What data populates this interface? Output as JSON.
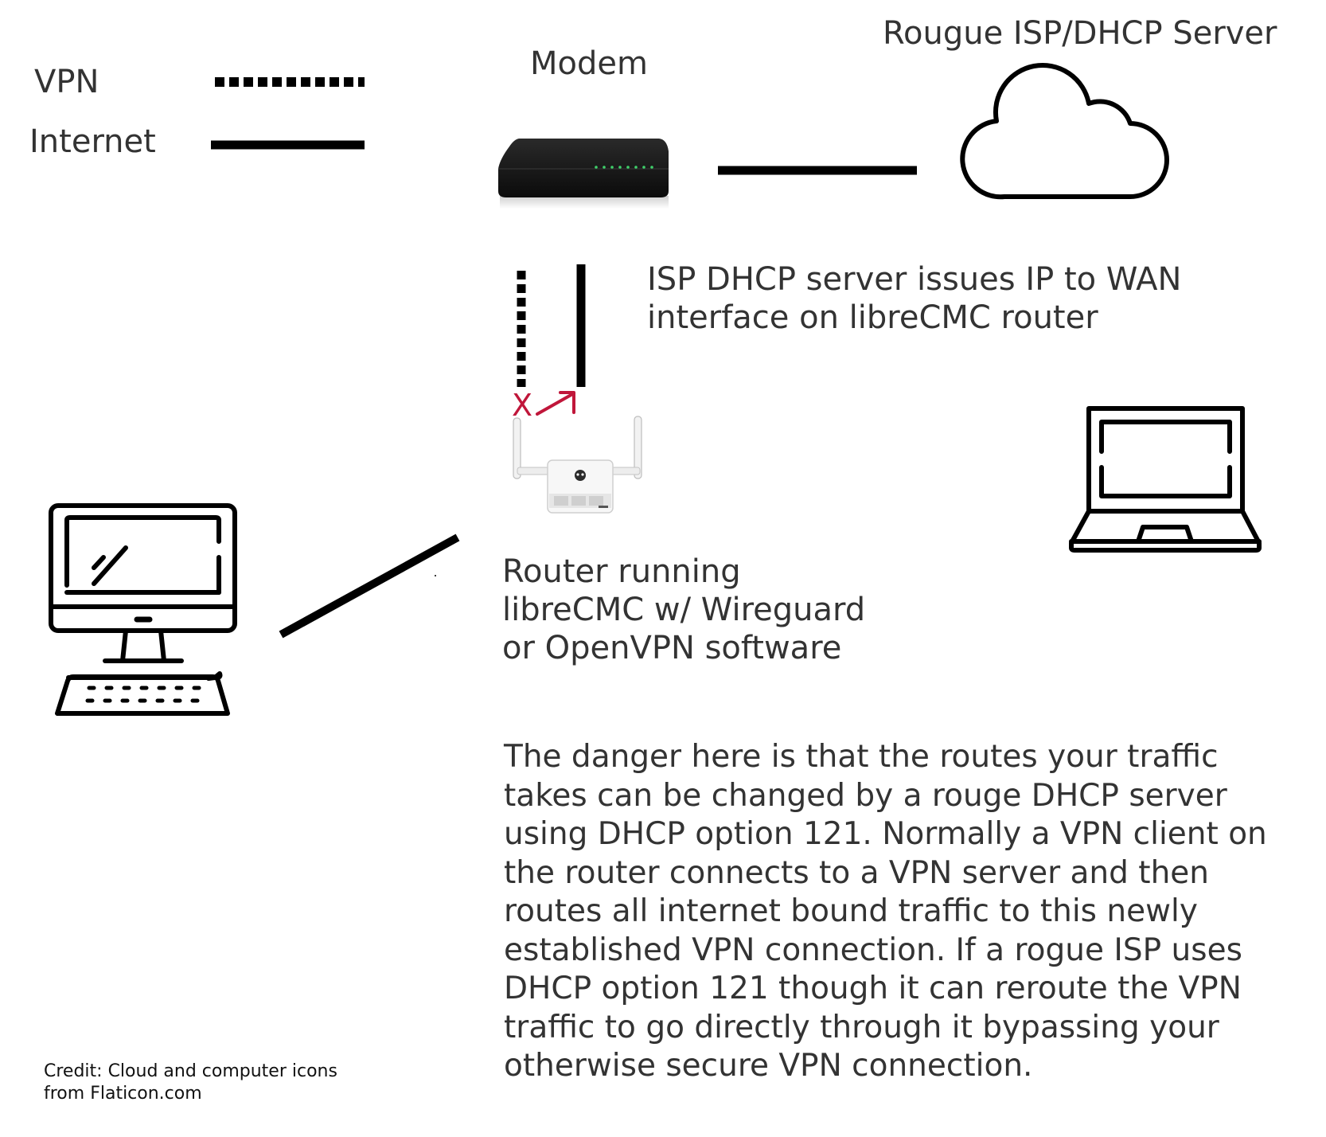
{
  "legend": {
    "vpn_label": "VPN",
    "internet_label": "Internet"
  },
  "labels": {
    "modem": "Modem",
    "isp_server": "Rougue ISP/DHCP Server",
    "isp_note_line1": "ISP DHCP server issues IP to WAN",
    "isp_note_line2": "interface on libreCMC router",
    "router_line1": "Router running",
    "router_line2": "libreCMC w/ Wireguard",
    "router_line3": "or OpenVPN software",
    "blocked_mark": "X"
  },
  "description": {
    "lines": [
      "The danger here is that the routes your traffic",
      "takes can be changed by a rouge DHCP server",
      "using DHCP option 121. Normally a VPN client on",
      "the router connects to a VPN server and then",
      "routes all internet bound traffic to this newly",
      "established VPN connection. If a rogue ISP uses",
      "DHCP option 121 though it can reroute the VPN",
      "traffic to go directly through it bypassing your",
      "otherwise secure VPN connection."
    ]
  },
  "credit": {
    "line1": "Credit: Cloud and computer icons",
    "line2": "from Flaticon.com"
  },
  "icons": {
    "modem": "modem-icon",
    "cloud": "cloud-icon",
    "router": "router-icon",
    "desktop": "desktop-computer-icon",
    "laptop": "laptop-icon"
  },
  "colors": {
    "line": "#000000",
    "text": "#333333",
    "warning": "#c0163a"
  }
}
